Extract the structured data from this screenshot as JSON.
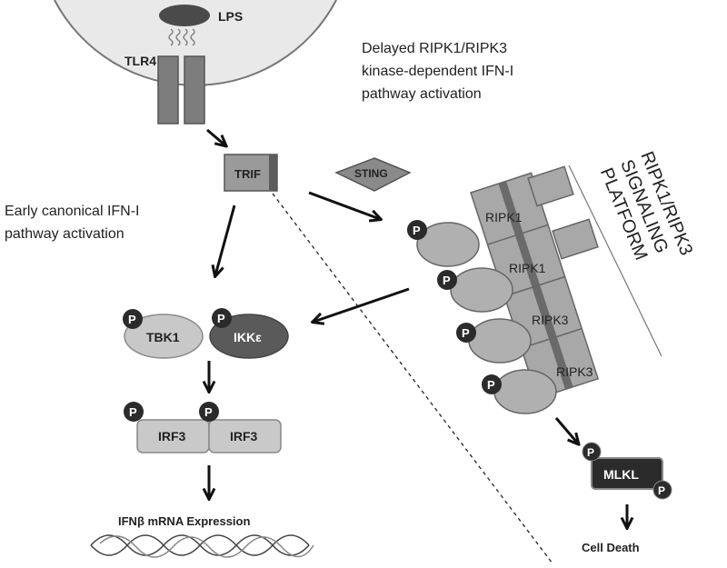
{
  "labels": {
    "lps": "LPS",
    "tlr4": "TLR4",
    "trif": "TRIF",
    "sting": "STING",
    "tbk1": "TBK1",
    "ikke": "IKKε",
    "irf3_left": "IRF3",
    "irf3_right": "IRF3",
    "ifnb": "IFNβ mRNA Expression",
    "mlkl": "MLKL",
    "cell_death": "Cell Death",
    "phospho": "P"
  },
  "text_blocks": {
    "delayed": [
      "Delayed RIPK1/RIPK3",
      "kinase-dependent IFN-I",
      "pathway activation"
    ],
    "early": [
      "Early canonical IFN-I",
      "pathway activation"
    ],
    "platform": [
      "RIPK1/RIPK3",
      "SIGNALING",
      "PLATFORM"
    ]
  },
  "platform_units": [
    "RIPK1",
    "RIPK1",
    "RIPK3",
    "RIPK3"
  ],
  "colors": {
    "membrane": "#e8e8e8",
    "receptor": "#7a7a7a",
    "trif": "#9a9a9a",
    "sting": "#8a8a8a",
    "tbk1": "#c8c8c8",
    "ikke": "#5a5a5a",
    "irf3": "#c9c9c9",
    "mlkl": "#2b2b2b",
    "phospho": "#2b2b2b",
    "unit": "#a8a8a8",
    "oval": "#b0b0b0"
  }
}
